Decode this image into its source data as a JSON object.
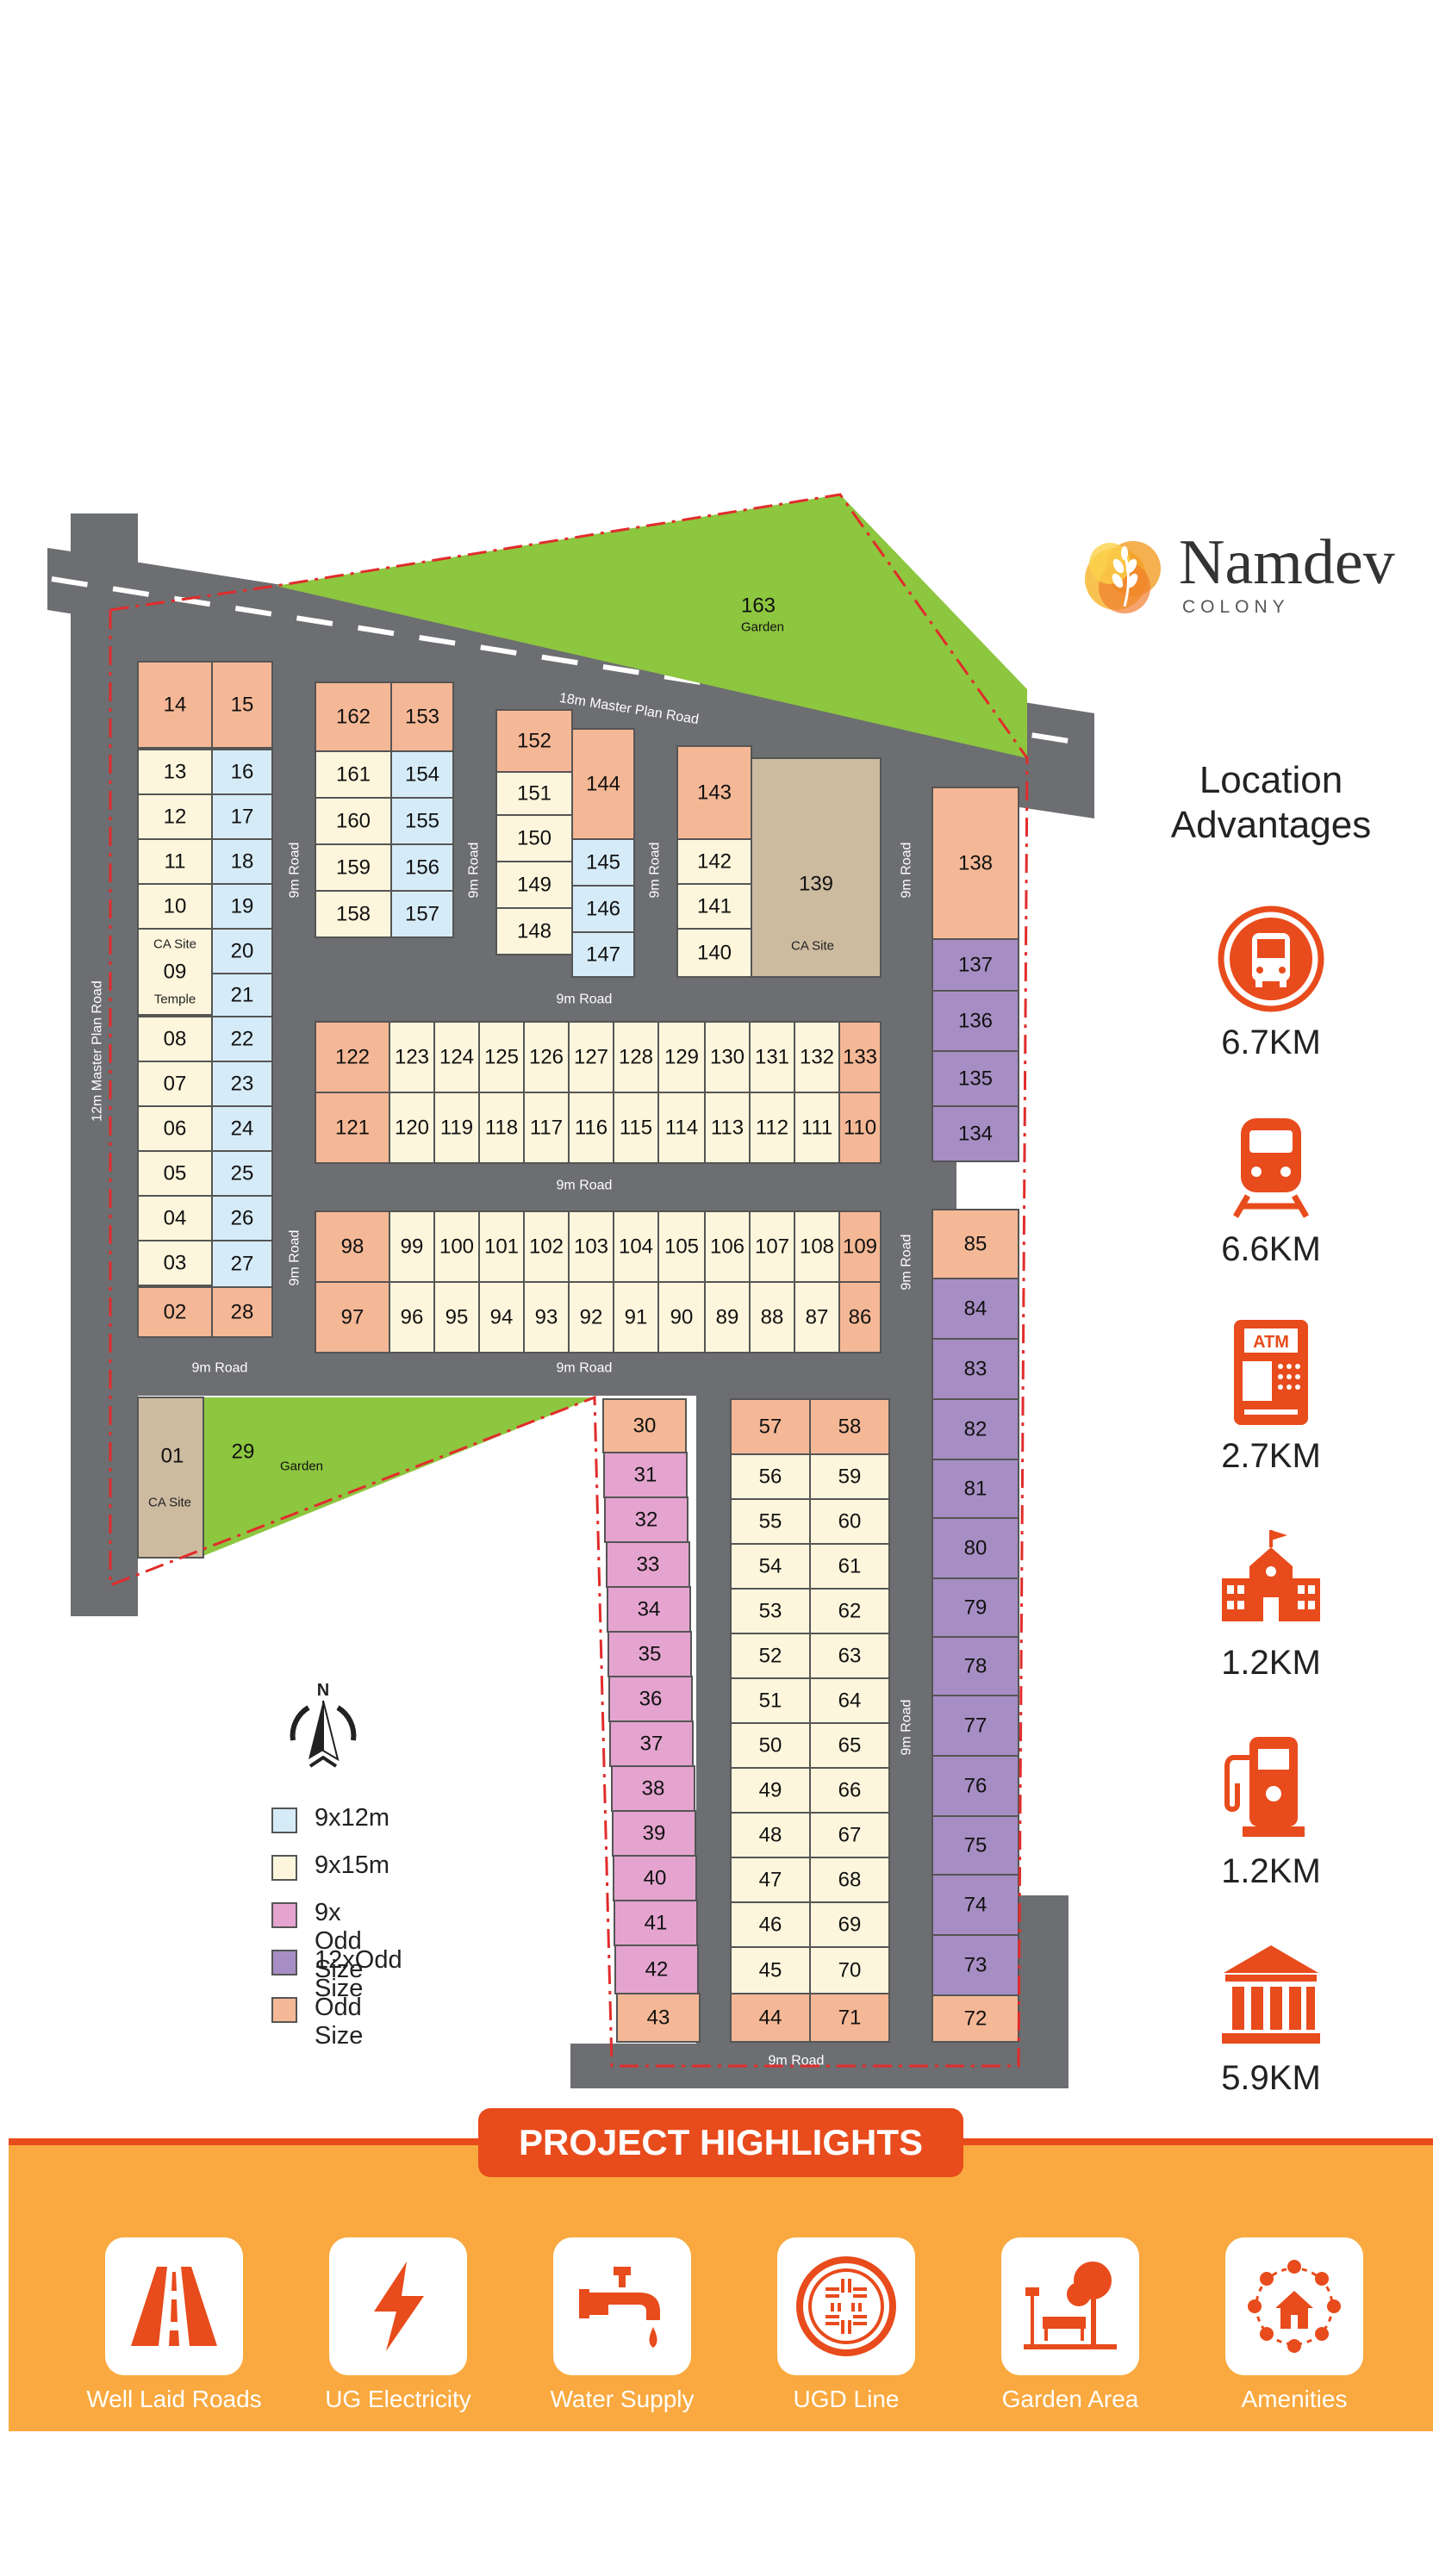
{
  "brand": {
    "name": "Namdev",
    "sub": "COLONY"
  },
  "location": {
    "title_line1": "Location",
    "title_line2": "Advantages",
    "items": [
      {
        "icon": "bus-icon",
        "distance": "6.7KM"
      },
      {
        "icon": "train-icon",
        "distance": "6.6KM"
      },
      {
        "icon": "atm-icon",
        "distance": "2.7KM"
      },
      {
        "icon": "school-icon",
        "distance": "1.2KM"
      },
      {
        "icon": "fuel-pump-icon",
        "distance": "1.2KM"
      },
      {
        "icon": "bank-icon",
        "distance": "5.9KM"
      }
    ]
  },
  "map": {
    "garden_top": {
      "num": "163",
      "label": "Garden"
    },
    "garden_left": {
      "num": "29",
      "label": "Garden"
    },
    "roads": {
      "master18": "18m Master Plan Road",
      "master12": "12m Master Plan Road",
      "nine": "9m Road"
    },
    "ca_site": "CA Site",
    "temple": "Temple",
    "plots": {
      "col_a": [
        "14",
        "13",
        "12",
        "11",
        "10",
        "09",
        "08",
        "07",
        "06",
        "05",
        "04",
        "03",
        "02"
      ],
      "col_b": [
        "15",
        "16",
        "17",
        "18",
        "19",
        "20",
        "21",
        "22",
        "23",
        "24",
        "25",
        "26",
        "27",
        "28"
      ],
      "block_c_left": [
        "162",
        "161",
        "160",
        "159",
        "158"
      ],
      "block_c_right": [
        "153",
        "154",
        "155",
        "156",
        "157"
      ],
      "block_d_left": [
        "152",
        "151",
        "150",
        "149",
        "148"
      ],
      "block_d_right": [
        "144",
        "145",
        "146",
        "147"
      ],
      "block_e": [
        "143",
        "142",
        "141",
        "140"
      ],
      "big_plot": "139",
      "right_col_top": [
        "138",
        "137",
        "136",
        "135",
        "134"
      ],
      "row_top": [
        "122",
        "123",
        "124",
        "125",
        "126",
        "127",
        "128",
        "129",
        "130",
        "131",
        "132",
        "133"
      ],
      "row_bottom": [
        "121",
        "120",
        "119",
        "118",
        "117",
        "116",
        "115",
        "114",
        "113",
        "112",
        "111",
        "110"
      ],
      "row3_top": [
        "98",
        "99",
        "100",
        "101",
        "102",
        "103",
        "104",
        "105",
        "106",
        "107",
        "108",
        "109"
      ],
      "row3_bottom": [
        "97",
        "96",
        "95",
        "94",
        "93",
        "92",
        "91",
        "90",
        "89",
        "88",
        "87",
        "86"
      ],
      "right_col_bottom": [
        "85",
        "84",
        "83",
        "82",
        "81",
        "80",
        "79",
        "78",
        "77",
        "76",
        "75",
        "74",
        "73",
        "72"
      ],
      "pink_col": [
        "30",
        "31",
        "32",
        "33",
        "34",
        "35",
        "36",
        "37",
        "38",
        "39",
        "40",
        "41",
        "42",
        "43"
      ],
      "col_g": [
        "57",
        "56",
        "55",
        "54",
        "53",
        "52",
        "51",
        "50",
        "49",
        "48",
        "47",
        "46",
        "45",
        "44"
      ],
      "col_h": [
        "58",
        "59",
        "60",
        "61",
        "62",
        "63",
        "64",
        "65",
        "66",
        "67",
        "68",
        "69",
        "70",
        "71"
      ],
      "ca_plot": "01"
    }
  },
  "legend": [
    {
      "label": "9x12m",
      "color": "#d6ebf8"
    },
    {
      "label": "9x15m",
      "color": "#fdf6dc"
    },
    {
      "label": "9x Odd Size",
      "color": "#e4a4cf"
    },
    {
      "label": "12xOdd Size",
      "color": "#a68ec4"
    },
    {
      "label": "Odd Size",
      "color": "#f5b896"
    }
  ],
  "compass_label": "N",
  "highlights": {
    "title": "PROJECT HIGHLIGHTS",
    "items": [
      {
        "icon": "road-icon",
        "label": "Well Laid Roads"
      },
      {
        "icon": "lightning-icon",
        "label": "UG Electricity"
      },
      {
        "icon": "water-tap-icon",
        "label": "Water Supply"
      },
      {
        "icon": "manhole-icon",
        "label": "UGD Line"
      },
      {
        "icon": "garden-icon",
        "label": "Garden Area"
      },
      {
        "icon": "amenities-icon",
        "label": "Amenities"
      }
    ]
  },
  "colors": {
    "blue": "#d6ebf8",
    "cream": "#fdf6dc",
    "pink": "#e4a4cf",
    "purple": "#a68ec4",
    "orange": "#f5b896",
    "tan": "#cdbba0",
    "green": "#8dc63f",
    "road": "#6d6e71",
    "accent": "#e84b1c",
    "band": "#f9a93f"
  }
}
